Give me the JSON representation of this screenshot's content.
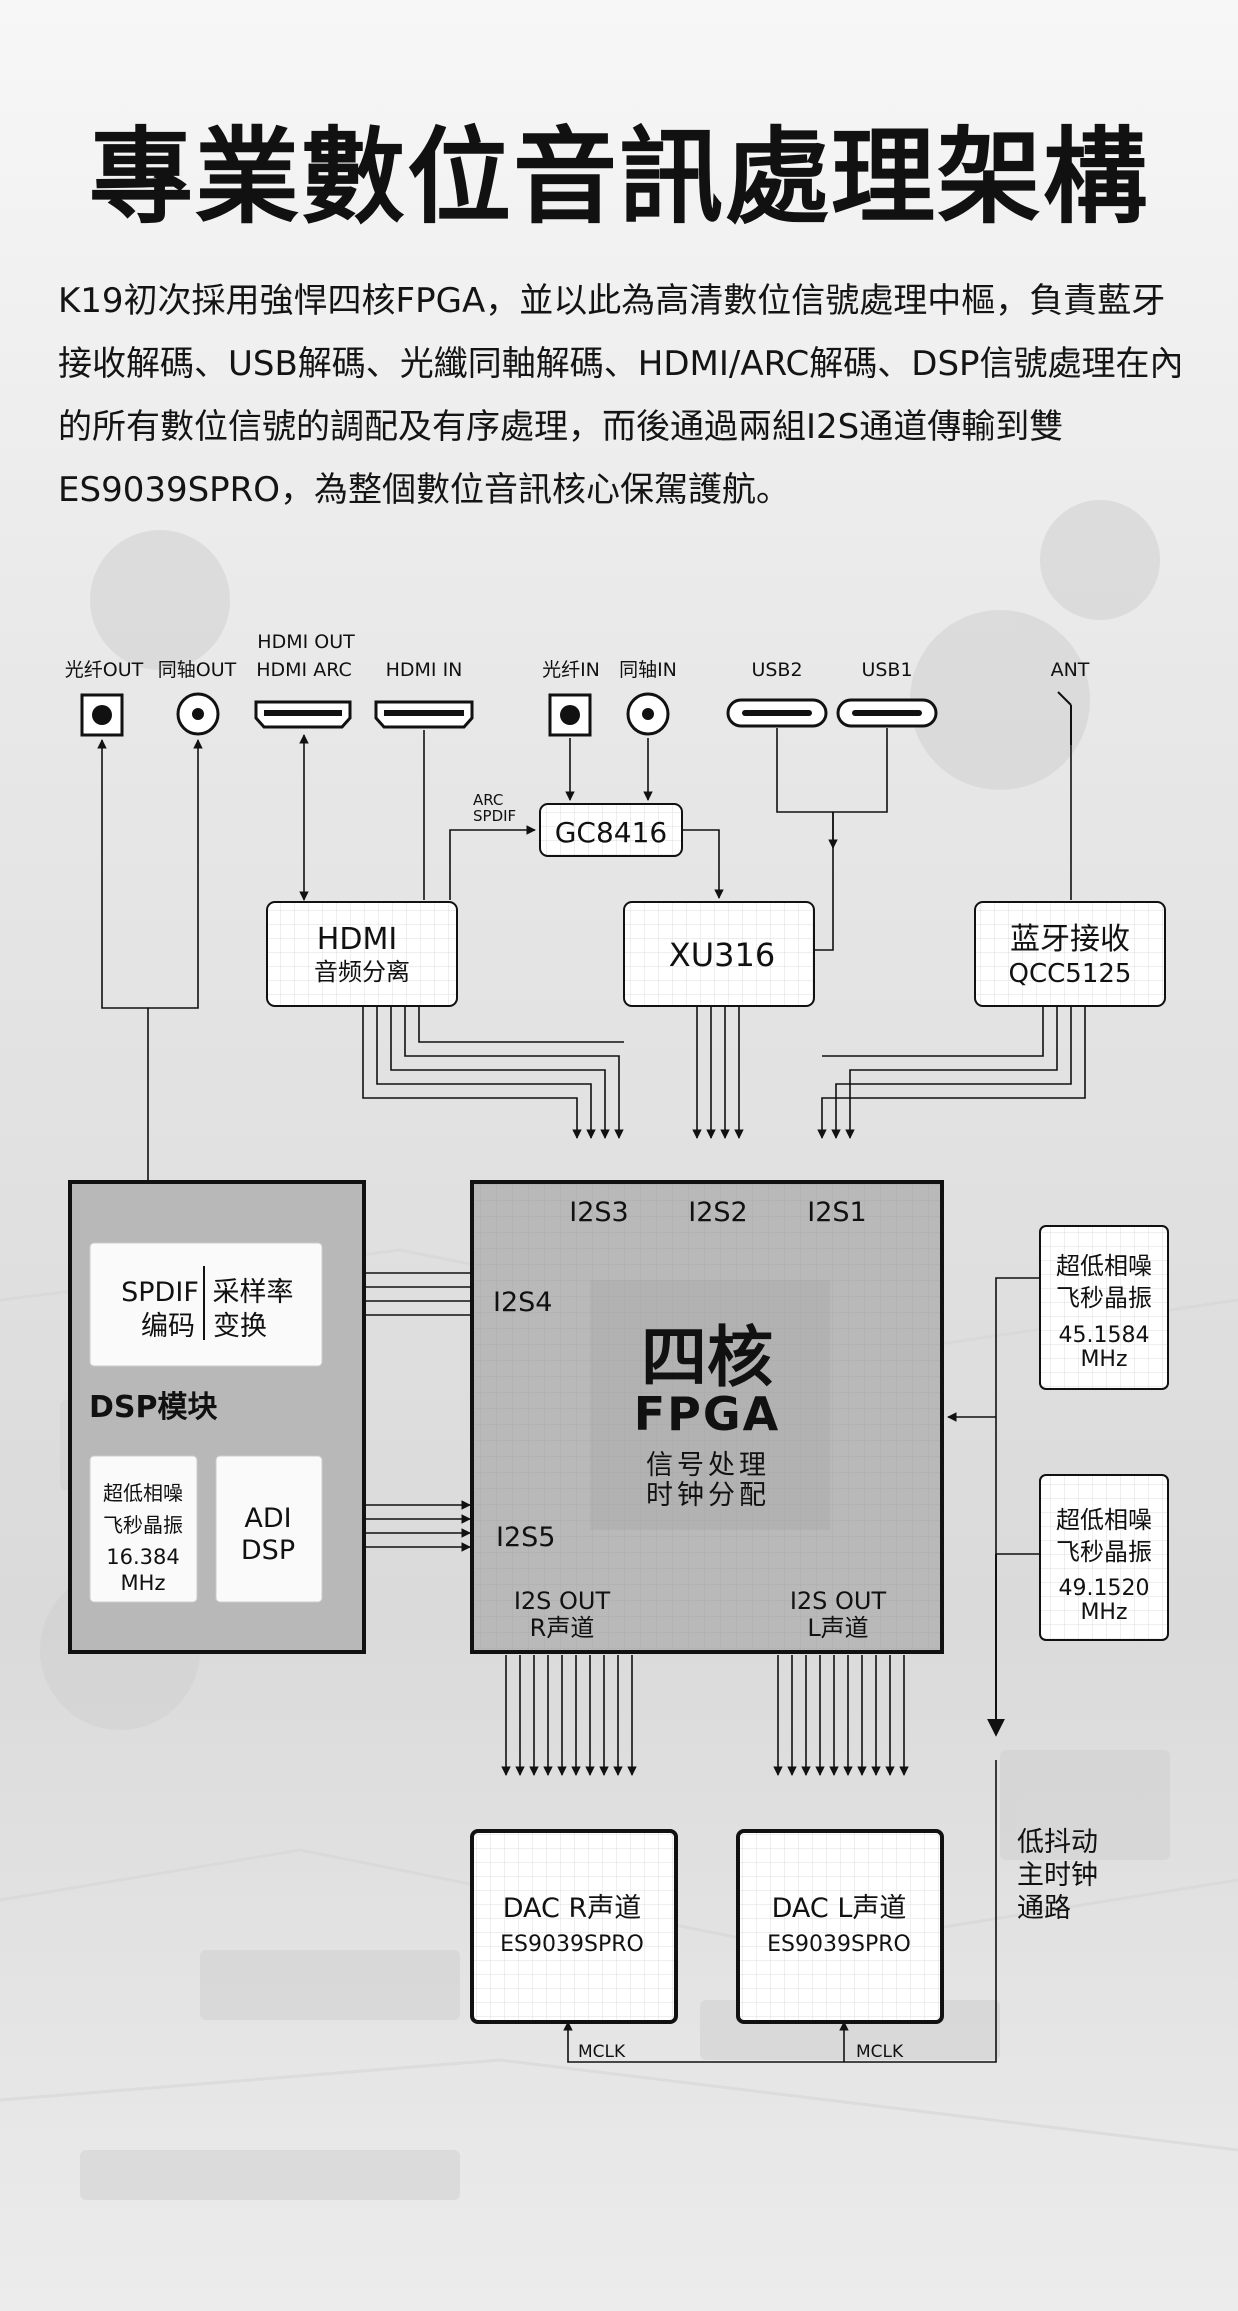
{
  "header": {
    "title": "專業數位音訊處理架構",
    "intro": "K19初次採用強悍四核FPGA，並以此為高清數位信號處理中樞，負責藍牙接收解碼、USB解碼、光纖同軸解碼、HDMI/ARC解碼、DSP信號處理在內的所有數位信號的調配及有序處理，而後通過兩組I2S通道傳輸到雙ES9039SPRO，為整個數位音訊核心保駕護航。"
  },
  "diagram": {
    "ports": {
      "optical_out": "光纤OUT",
      "coax_out": "同轴OUT",
      "hdmi_out": "HDMI OUT",
      "hdmi_arc": "HDMI ARC",
      "hdmi_in": "HDMI IN",
      "optical_in": "光纤IN",
      "coax_in": "同轴IN",
      "usb2": "USB2",
      "usb1": "USB1",
      "ant": "ANT"
    },
    "arc_label": "ARC",
    "spdif_label": "SPDIF",
    "gc8416": "GC8416",
    "hdmi_sep": {
      "line1": "HDMI",
      "line2": "音频分离"
    },
    "xu316": "XU316",
    "bt": {
      "line1": "蓝牙接收",
      "line2": "QCC5125"
    },
    "fpga": {
      "i2s3": "I2S3",
      "i2s2": "I2S2",
      "i2s1": "I2S1",
      "i2s4": "I2S4",
      "i2s5": "I2S5",
      "title1": "四核",
      "title2": "FPGA",
      "sub1": "信号处理",
      "sub2": "时钟分配",
      "out_r1": "I2S OUT",
      "out_r2": "R声道",
      "out_l1": "I2S OUT",
      "out_l2": "L声道"
    },
    "dsp": {
      "title": "DSP模块",
      "spdif1": "SPDIF",
      "spdif2": "编码",
      "src1": "采样率",
      "src2": "变换",
      "osc1": "超低相噪",
      "osc2": "飞秒晶振",
      "osc3": "16.384",
      "osc4": "MHz",
      "adi1": "ADI",
      "adi2": "DSP"
    },
    "osc_a": {
      "line1": "超低相噪",
      "line2": "飞秒晶振",
      "line3": "45.1584",
      "line4": "MHz"
    },
    "osc_b": {
      "line1": "超低相噪",
      "line2": "飞秒晶振",
      "line3": "49.1520",
      "line4": "MHz"
    },
    "dac_r": {
      "line1": "DAC R声道",
      "line2": "ES9039SPRO"
    },
    "dac_l": {
      "line1": "DAC L声道",
      "line2": "ES9039SPRO"
    },
    "mclk_r": "MCLK",
    "mclk_l": "MCLK",
    "clock_path": {
      "line1": "低抖动",
      "line2": "主时钟",
      "line3": "通路"
    }
  }
}
